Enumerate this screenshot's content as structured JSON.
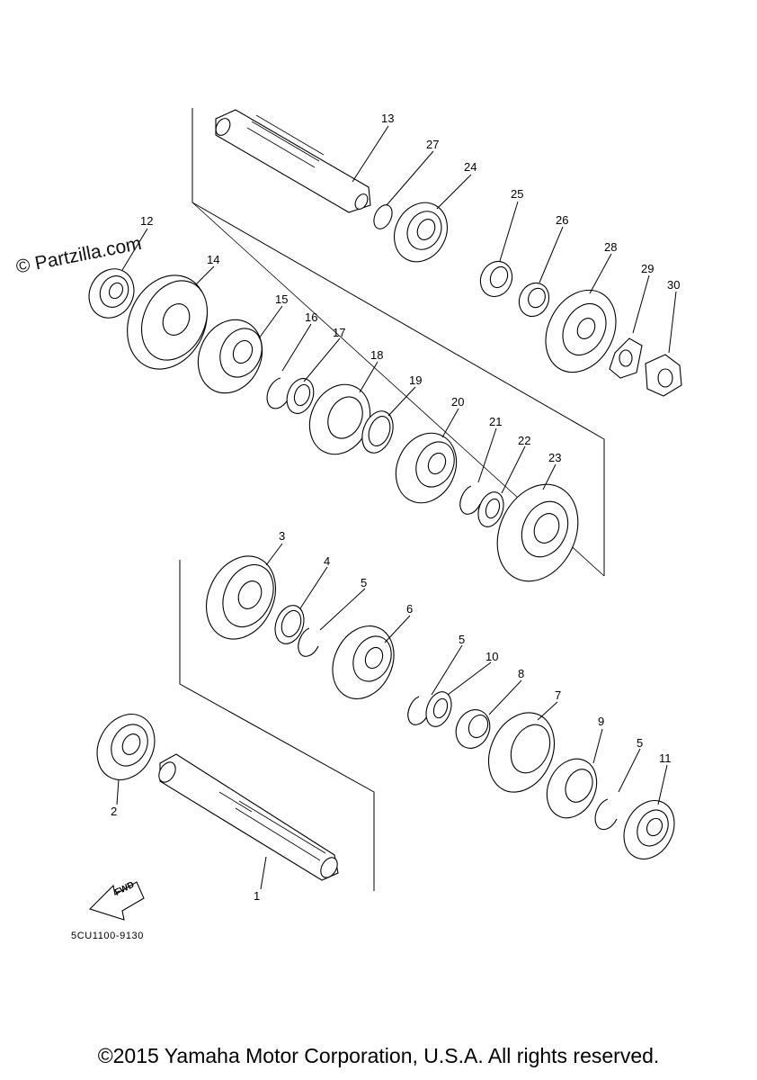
{
  "watermark": "© Partzilla.com",
  "fwd_label": "FWD",
  "diagram_code": "5CU1100-9130",
  "copyright": "©2015 Yamaha Motor Corporation, U.S.A. All rights reserved.",
  "callouts": [
    "1",
    "2",
    "3",
    "4",
    "5",
    "5",
    "5",
    "5",
    "6",
    "7",
    "8",
    "9",
    "10",
    "11",
    "12",
    "13",
    "14",
    "15",
    "16",
    "17",
    "18",
    "19",
    "20",
    "21",
    "22",
    "23",
    "24",
    "25",
    "26",
    "27",
    "28",
    "29",
    "30"
  ]
}
